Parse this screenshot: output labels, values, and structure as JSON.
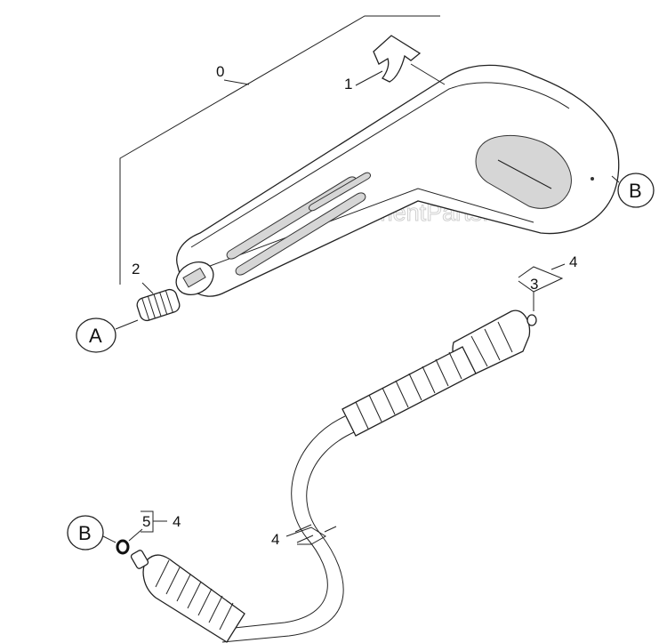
{
  "watermark": "eReplacementParts.com",
  "callouts": {
    "a": "A",
    "b_handle": "B",
    "b_hose": "B"
  },
  "labels": {
    "assembly": "0",
    "clip": "1",
    "spring": "2",
    "oring_top": "3",
    "ref_top": "4",
    "hose_mid": "4",
    "oring_bottom": "5",
    "ref_bottom": "4"
  }
}
